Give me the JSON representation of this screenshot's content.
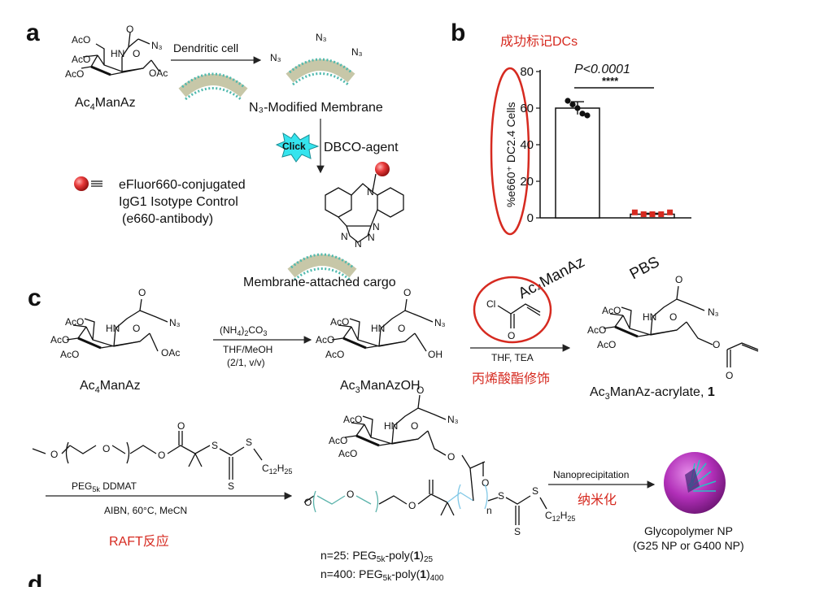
{
  "panel_labels": {
    "a": "a",
    "b": "b",
    "c": "c",
    "d": "d"
  },
  "panel_a": {
    "ac4manaz_label_base": "Ac",
    "ac4manaz_label_sub": "4",
    "ac4manaz_label_rest": "ManAz",
    "step1_reagent": "Dendritic cell",
    "modified_membrane_label": "N₃-Modified Membrane",
    "click_badge": "Click",
    "step2_reagent": "DBCO-agent",
    "legend_line1": "eFluor660-conjugated",
    "legend_line2": "IgG1 Isotype Control",
    "legend_line3": "(e660-antibody)",
    "product_label": "Membrane-attached cargo",
    "n3_top": "N₃",
    "n3_left": "N₃",
    "n3_right": "N₃",
    "acyl_n3": "N₃",
    "sugar_ac1": "AcO",
    "sugar_ac2": "AcO",
    "sugar_ac3": "AcO",
    "sugar_oac": "OAc",
    "hn": "HN",
    "o_ring": "O",
    "o_carbonyl": "O",
    "dbco_n": "N",
    "triazole_n1": "N",
    "triazole_n2": "N",
    "triazole_n3": "N",
    "triazole_n4": "N"
  },
  "panel_b": {
    "chinese_title": "成功标记DCs",
    "pvalue": "P<0.0001",
    "stars": "****"
  },
  "chart_data": {
    "type": "bar",
    "categories": [
      "Ac₄ManAz",
      "PBS"
    ],
    "values": [
      60,
      2
    ],
    "points": [
      [
        64,
        62,
        60,
        57,
        56
      ],
      [
        3,
        2,
        2,
        2,
        3
      ]
    ],
    "errors": [
      3.5,
      0.5
    ],
    "ylabel": "%e660⁺ DC2.4 Cells",
    "ylim": [
      0,
      80
    ],
    "yticks": [
      0,
      20,
      40,
      60,
      80
    ],
    "bar_colors": [
      "#ffffff",
      "#d62a20"
    ]
  },
  "panel_c": {
    "sm_label_base": "Ac",
    "sm_label_sub": "4",
    "sm_label_rest": "ManAz",
    "step1_reagent_line1_a": "(NH",
    "step1_reagent_line1_sub1": "4",
    "step1_reagent_line1_b": ")",
    "step1_reagent_line1_sub2": "2",
    "step1_reagent_line1_c": "CO",
    "step1_reagent_line1_sub3": "3",
    "step1_reagent_line2": "THF/MeOH",
    "step1_reagent_line3": "(2/1, v/v)",
    "int_label_base": "Ac",
    "int_label_sub": "3",
    "int_label_rest": "ManAzOH",
    "acryloyl_cl": "Cl",
    "acryloyl_o": "O",
    "step2_reagent": "THF, TEA",
    "step2_chinese": "丙烯酸酯修饰",
    "prod_label_base": "Ac",
    "prod_label_sub": "3",
    "prod_label_rest": "ManAz-acrylate, ",
    "prod_label_num": "1",
    "oh": "OH",
    "oac": "OAc",
    "raft_agent_base": "PEG",
    "raft_agent_sub": "5k",
    "raft_agent_rest": " DDMAT",
    "raft_conditions": "AIBN, 60°C, MeCN",
    "raft_chinese": "RAFT反应",
    "c12h25_base": "C",
    "c12h25_sub1": "12",
    "c12h25_mid": "H",
    "c12h25_sub2": "25",
    "s_label": "S",
    "o_label": "O",
    "n_sub": "n",
    "nano_step": "Nanoprecipitation",
    "nano_chinese": "纳米化",
    "np_line1": "Glycopolymer NP",
    "np_line2": "(G25 NP or G400 NP)",
    "n25_prefix": "n=25: PEG",
    "n25_sub": "5k",
    "n25_mid": "-poly(",
    "n25_bold": "1",
    "n25_close": ")",
    "n25_sub2": "25",
    "n400_prefix": "n=400: PEG",
    "n400_sub": "5k",
    "n400_mid": "-poly(",
    "n400_bold": "1",
    "n400_close": ")",
    "n400_sub2": "400",
    "methoxy": "O",
    "n3": "N₃",
    "aco": "AcO",
    "hn": "HN"
  }
}
